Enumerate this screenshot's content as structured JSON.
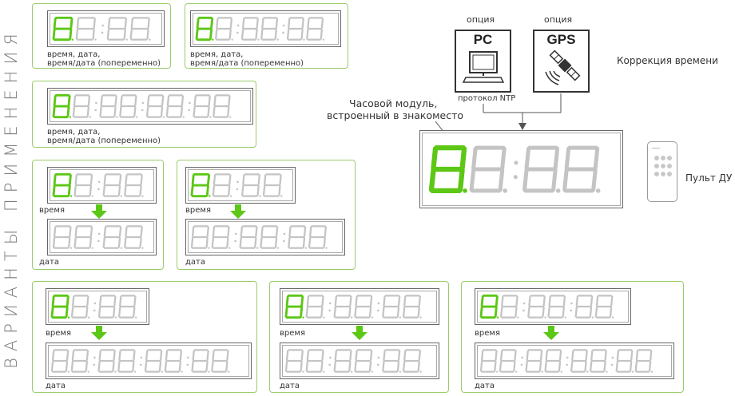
{
  "side_title": "ВАРИАНТЫ ПРИМЕНЕНИЯ",
  "captions": {
    "time_date_alt_1": "время, дата,",
    "time_date_alt_2": "время/дата (попеременно)",
    "time": "время",
    "date": "дата"
  },
  "diagram": {
    "option_pc": "опция",
    "option_gps": "опция",
    "pc_label": "PC",
    "gps_label": "GPS",
    "ntp_label": "протокол NTP",
    "correction_label": "Коррекция времени",
    "module_label_1": "Часовой модуль,",
    "module_label_2": "встроенный в знакоместо",
    "remote_label": "Пульт ДУ"
  },
  "colors": {
    "accent_green": "#5cc715",
    "panel_border": "#9acd6a",
    "segment_grey": "#c4c4c4"
  },
  "icons": [
    "computer-icon",
    "satellite-icon",
    "remote-control-icon",
    "down-arrow-icon"
  ]
}
